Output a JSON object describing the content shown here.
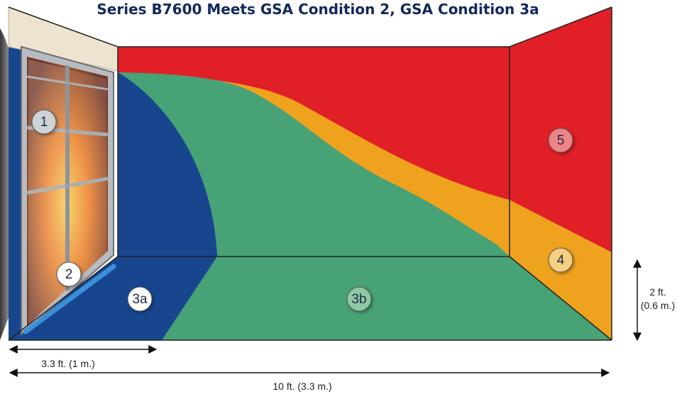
{
  "title": "Series B7600 Meets GSA Condition 2, GSA Condition 3a",
  "zones": [
    {
      "id": "1",
      "label": "1",
      "color": "#cfd3d6"
    },
    {
      "id": "2",
      "label": "2",
      "color": "#ffffff"
    },
    {
      "id": "3a",
      "label": "3a",
      "color": "#ffffff"
    },
    {
      "id": "3b",
      "label": "3b",
      "color": "#8ec9a6"
    },
    {
      "id": "4",
      "label": "4",
      "color": "#f6cf80"
    },
    {
      "id": "5",
      "label": "5",
      "color": "#ee8488"
    }
  ],
  "colors": {
    "red": "#e11f26",
    "orange": "#efa21d",
    "green": "#47a276",
    "blue": "#17468f",
    "light_blue": "#3b8fd9",
    "header": "#ede4cf"
  },
  "dimensions": {
    "short_width": "3.3 ft. (1 m.)",
    "full_width": "10 ft. (3.3 m.)",
    "height_line1": "2 ft.",
    "height_line2": "(0.6 m.)"
  },
  "icons": [
    "double-headed-arrow",
    "door-with-fire"
  ]
}
